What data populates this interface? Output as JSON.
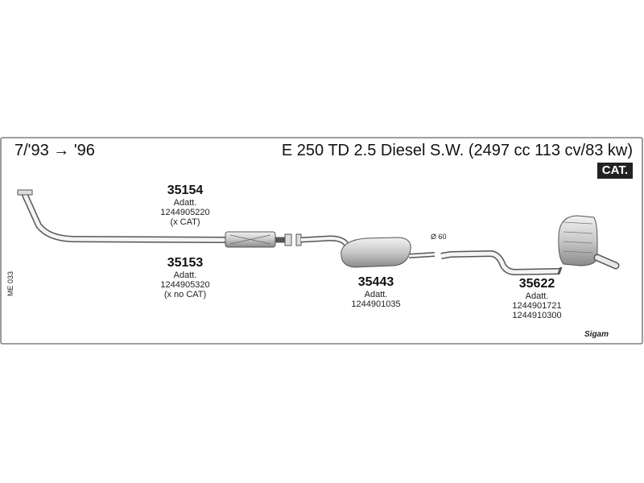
{
  "header": {
    "period": "7/'93 → '96",
    "model": "E 250 TD 2.5 Diesel S.W. (2497 cc 113 cv/83 kw)",
    "badge": "CAT."
  },
  "parts": [
    {
      "number": "35154",
      "lines": [
        "Adatt.",
        "1244905220",
        "(x CAT)"
      ]
    },
    {
      "number": "35153",
      "lines": [
        "Adatt.",
        "1244905320",
        "(x no CAT)"
      ]
    },
    {
      "number": "35443",
      "lines": [
        "Adatt.",
        "1244901035"
      ]
    },
    {
      "number": "35622",
      "lines": [
        "Adatt.",
        "1244901721",
        "1244910300"
      ]
    }
  ],
  "diameter_label": "Ø 60",
  "ref_code": "ME 033",
  "brand": "Sigam",
  "colors": {
    "line": "#555555",
    "part_fill": "#d9d9d9",
    "badge": "#222222"
  }
}
